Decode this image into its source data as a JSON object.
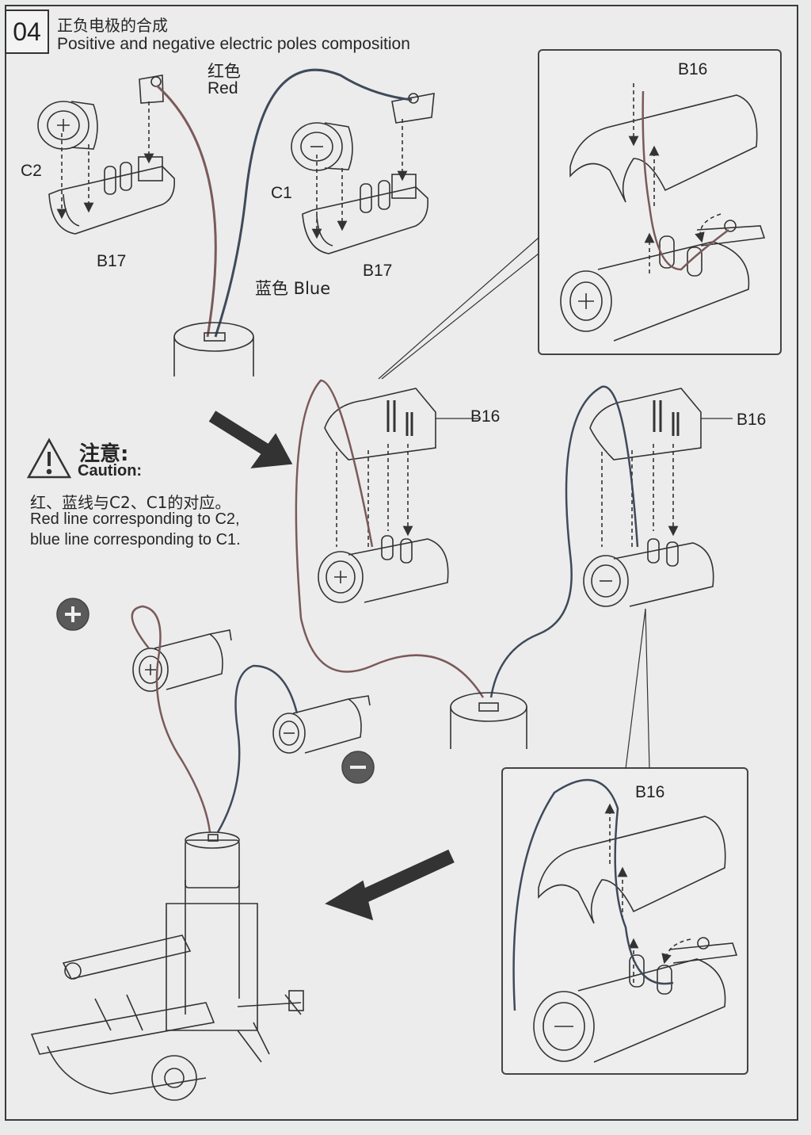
{
  "header": {
    "step_number": "04",
    "title_cn": "正负电极的合成",
    "title_en": "Positive and negative electric poles composition"
  },
  "labels": {
    "red_cn": "红色",
    "red_en": "Red",
    "blue": "蓝色 Blue",
    "c1": "C1",
    "c2": "C2",
    "b16": "B16",
    "b17": "B17"
  },
  "caution": {
    "title_cn": "注意:",
    "title_en": "Caution:",
    "line_cn": "红、蓝线与C2、C1的对应。",
    "line_en_1": "Red line corresponding to C2,",
    "line_en_2": "blue line corresponding to C1."
  },
  "icons": {
    "plus_symbol": "+",
    "minus_symbol": "−",
    "wire_red_color": "#7a5a5a",
    "wire_blue_color": "#3f4a5a",
    "arrow_color": "#3a3a3a"
  }
}
